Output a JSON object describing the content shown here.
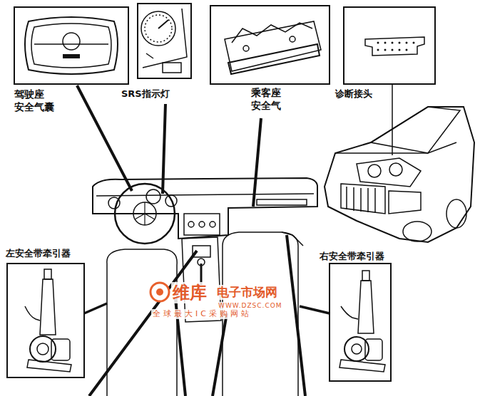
{
  "diagram": {
    "labels": [
      "驾驶座 安全气囊",
      "SRS指示灯",
      "乘客座 安全气",
      "诊断接头",
      "左安全带牵引器",
      "右安全带牵引器",
      "维库",
      "电子市场网",
      "WWW.DZSC.COM",
      "全球最大IC采购网站"
    ]
  }
}
